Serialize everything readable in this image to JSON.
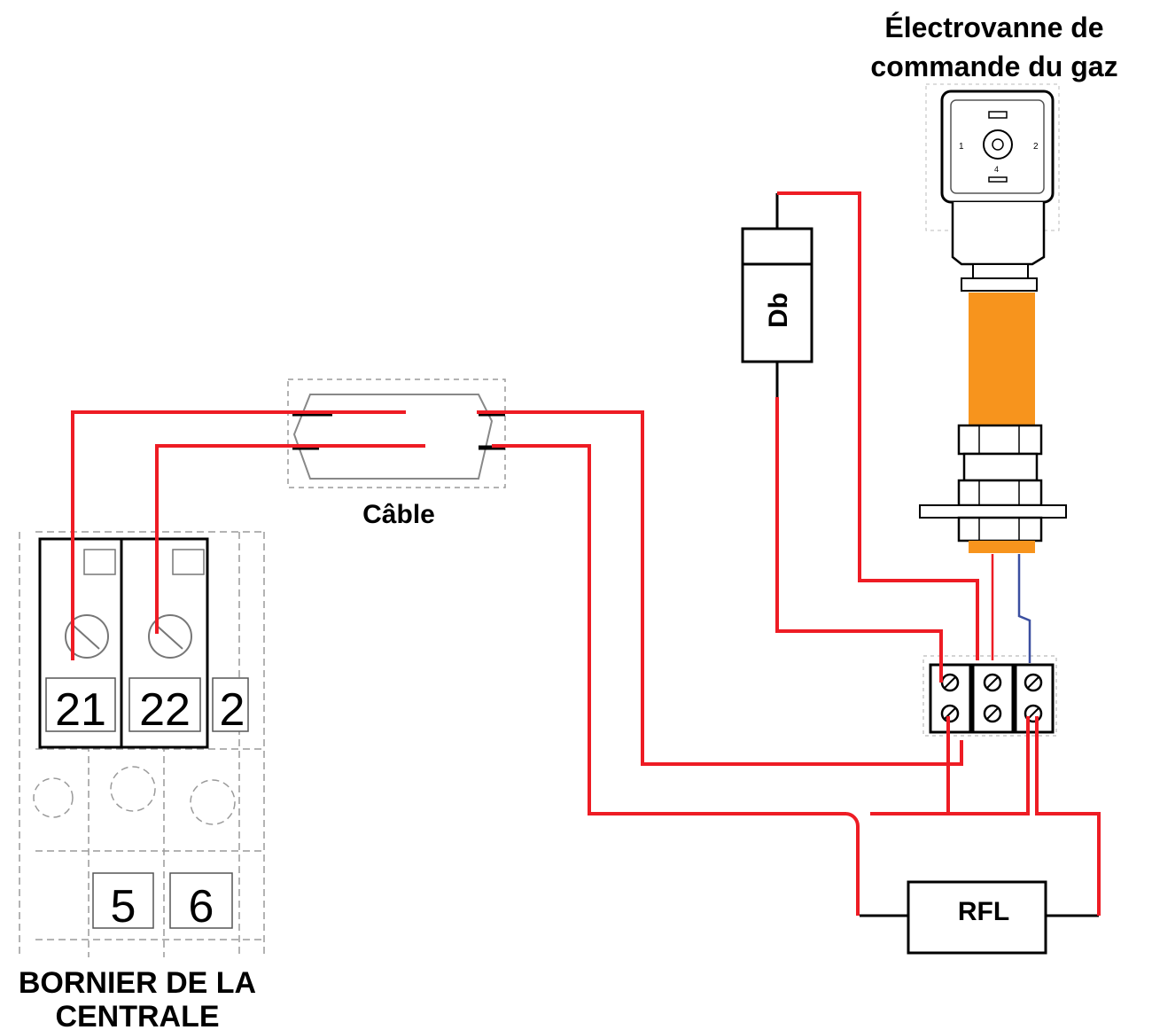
{
  "labels": {
    "valve_line1": "Électrovanne de",
    "valve_line2": "commande du gaz",
    "cable": "Câble",
    "terminal_line1": "BORNIER DE LA",
    "terminal_line2": "CENTRALE",
    "diode": "Db",
    "resistor": "RFL"
  },
  "terminals": {
    "t21": "21",
    "t22": "22",
    "t23_partial": "2",
    "t5": "5",
    "t6": "6"
  },
  "valve_pins": {
    "pin1": "1",
    "pin2": "2",
    "pin4": "4"
  },
  "colors": {
    "wire": "#ee1c24",
    "wire_blue": "#3b4fa0",
    "cable_orange": "#f7941d",
    "outline": "#000000",
    "dashed": "#9a9a9a"
  }
}
